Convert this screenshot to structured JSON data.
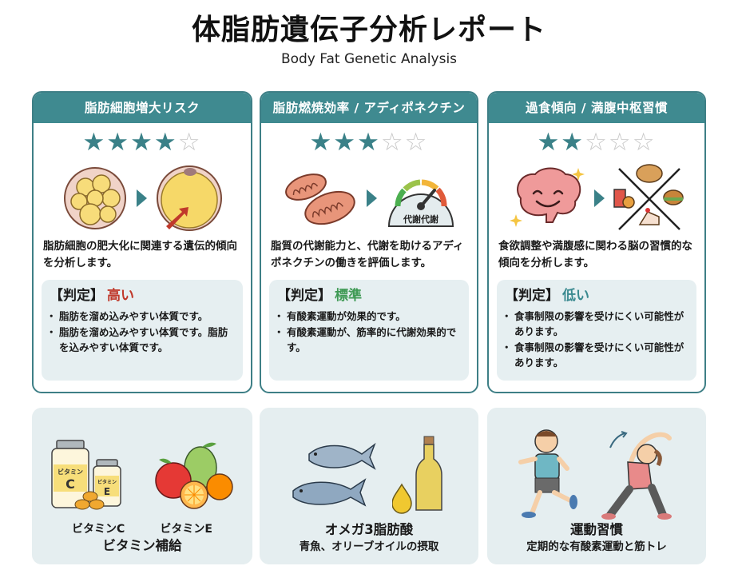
{
  "header": {
    "title": "体脂肪遺伝子分析レポート",
    "subtitle": "Body Fat Genetic Analysis"
  },
  "colors": {
    "accent": "#3f8a90",
    "star_filled": "#3a8188",
    "star_empty": "#c8c8c8",
    "verdict_high": "#c0392b",
    "verdict_normal": "#3f9a55",
    "verdict_low": "#3a8a90",
    "panel_bg": "#e6eff1"
  },
  "cards": [
    {
      "title": "脂肪細胞増大リスク",
      "rating": 4,
      "rating_max": 5,
      "stars": "★★★★",
      "stars_empty": "☆",
      "illustration": [
        "fat-cells-cluster-icon",
        "enlarged-fat-cell-icon"
      ],
      "description": "脂肪細胞の肥大化に関連する遺伝的傾向を分析します。",
      "verdict_label": "【判定】",
      "verdict_value": "高い",
      "points": [
        "脂肪を溜め込みやすい体質です。",
        "脂肪を溜め込みやすい体質です。脂肪を込みやすい体質です。"
      ]
    },
    {
      "title": "脂肪燃焼効率 / アディポネクチン",
      "rating": 3,
      "rating_max": 5,
      "stars": "★★★",
      "stars_empty": "☆☆",
      "illustration": [
        "mitochondria-icon",
        "metabolism-gauge-icon"
      ],
      "gauge_label": "代謝代謝",
      "description": "脂質の代謝能力と、代謝を助けるアディポネクチンの働きを評価します。",
      "verdict_label": "【判定】",
      "verdict_value": "標準",
      "points": [
        "有酸素運動が効果的です。",
        "有酸素運動が、筋率的に代謝効果的です。"
      ]
    },
    {
      "title": "過食傾向 / 満腹中枢習慣",
      "rating": 2,
      "rating_max": 5,
      "stars": "★★",
      "stars_empty": "☆☆☆",
      "illustration": [
        "happy-brain-icon",
        "junk-food-crossed-icon"
      ],
      "description": "食欲調整や満腹感に関わる脳の習慣的な傾向を分析します。",
      "verdict_label": "【判定】",
      "verdict_value": "低い",
      "points": [
        "食事制限の影響を受けにくい可能性があります。",
        "食事制限の影響を受けにくい可能性があります。"
      ]
    }
  ],
  "tips": [
    {
      "captions": [
        "ビタミンC",
        "ビタミンE"
      ],
      "title": "ビタミン補給",
      "subtitle": "",
      "bottle_c_label": "ビタミン",
      "bottle_c_letter": "C",
      "bottle_e_label": "ビタミン",
      "bottle_e_letter": "E",
      "illustration": [
        "vitamin-bottles-icon",
        "fruits-icon"
      ]
    },
    {
      "title": "オメガ3脂肪酸",
      "subtitle": "青魚、オリーブオイルの摂取",
      "illustration": [
        "fish-icon",
        "olive-oil-bottle-icon"
      ]
    },
    {
      "title": "運動習慣",
      "subtitle": "定期的な有酸素運動と筋トレ",
      "illustration": [
        "running-man-icon",
        "stretching-woman-icon"
      ]
    }
  ]
}
